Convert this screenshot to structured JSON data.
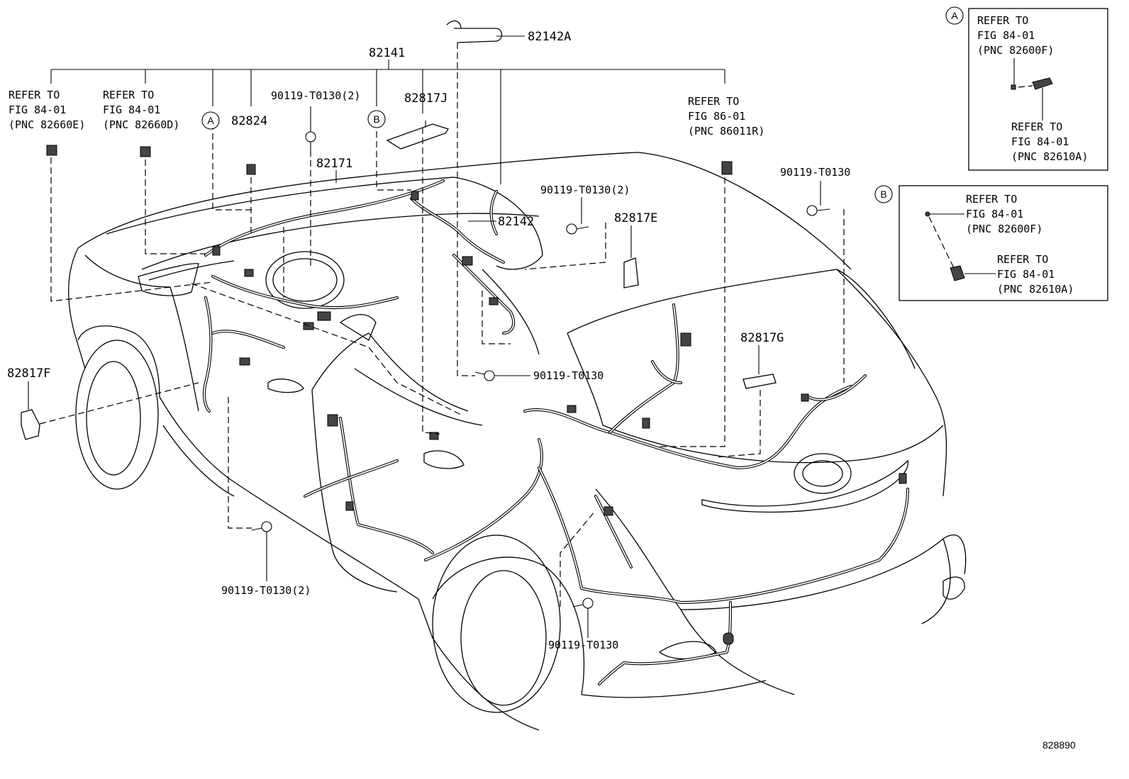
{
  "labels": {
    "p82141": "82141",
    "p82142A": "82142A",
    "p82142": "82142",
    "p82824": "82824",
    "p82817J": "82817J",
    "p82171": "82171",
    "p82817E": "82817E",
    "p82817F": "82817F",
    "p82817G": "82817G",
    "bolt_top_center": "90119-T0130(2)",
    "bolt_mid_right": "90119-T0130(2)",
    "bolt_far_right": "90119-T0130",
    "bolt_center": "90119-T0130",
    "bolt_bottom_left": "90119-T0130(2)",
    "bolt_bottom_center": "90119-T0130",
    "callout_a": "A",
    "callout_b": "B",
    "diagram_id": "828890"
  },
  "refs": {
    "r1": {
      "l1": "REFER TO",
      "l2": "FIG 84-01",
      "l3": "(PNC 82660E)"
    },
    "r2": {
      "l1": "REFER TO",
      "l2": "FIG 84-01",
      "l3": "(PNC 82660D)"
    },
    "r3": {
      "l1": "REFER TO",
      "l2": "FIG 86-01",
      "l3": "(PNC 86011R)"
    }
  },
  "inset_a": {
    "marker": "A",
    "ref1": {
      "l1": "REFER TO",
      "l2": "FIG 84-01",
      "l3": "(PNC 82600F)"
    },
    "ref2": {
      "l1": "REFER TO",
      "l2": "FIG 84-01",
      "l3": "(PNC 82610A)"
    }
  },
  "inset_b": {
    "marker": "B",
    "ref1": {
      "l1": "REFER TO",
      "l2": "FIG 84-01",
      "l3": "(PNC 82600F)"
    },
    "ref2": {
      "l1": "REFER TO",
      "l2": "FIG 84-01",
      "l3": "(PNC 82610A)"
    }
  }
}
